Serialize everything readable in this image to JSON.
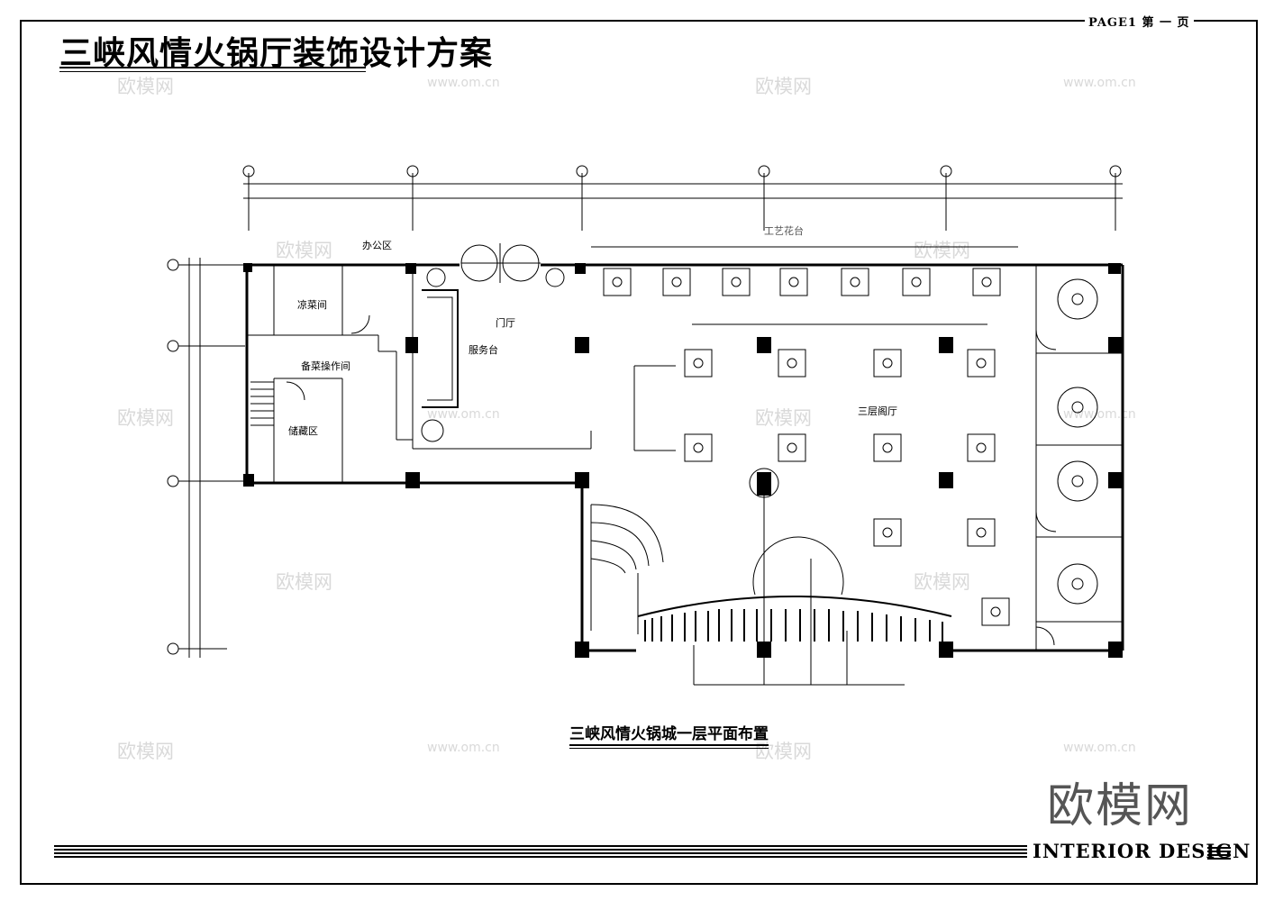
{
  "header": {
    "page_label": "PAGE1  第 一 页",
    "main_title": "三峡风情火锅厅装饰设计方案"
  },
  "plan": {
    "title": "三峡风情火锅城一层平面布置",
    "rooms": {
      "office": "办公区",
      "cold_dish": "凉菜间",
      "lobby": "门厅",
      "service_desk": "服务台",
      "prep_room": "备菜操作间",
      "storage": "储藏区",
      "hall": "三层阁厅",
      "art_stage": "工艺花台"
    }
  },
  "footer": {
    "brand": "INTERIOR DESIGN"
  },
  "watermarks": {
    "logo": "欧模网",
    "url": "www.om.cn"
  }
}
